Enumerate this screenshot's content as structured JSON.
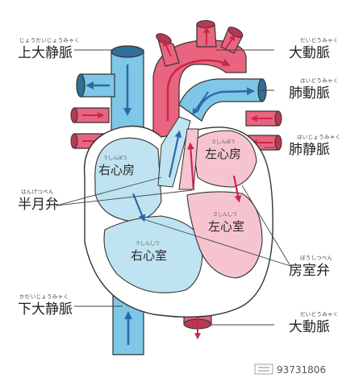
{
  "labels": {
    "svc": {
      "ruby": "じょうだいじょうみゃく",
      "text": "上大静脈"
    },
    "aorta_top": {
      "ruby": "だいどうみゃく",
      "text": "大動脈"
    },
    "pulm_artery": {
      "ruby": "はいどうみゃく",
      "text": "肺動脈"
    },
    "pulm_vein": {
      "ruby": "はいじょうみゃく",
      "text": "肺静脈"
    },
    "semilunar": {
      "ruby": "はんげつべん",
      "text": "半月弁"
    },
    "ivc": {
      "ruby": "かだいじょうみゃく",
      "text": "下大静脈"
    },
    "av_valve": {
      "ruby": "ぼうしつべん",
      "text": "房室弁"
    },
    "aorta_bottom": {
      "ruby": "だいどうみゃく",
      "text": "大動脈"
    }
  },
  "chambers": {
    "right_atrium": {
      "ruby": "うしんぼう",
      "text": "右心房"
    },
    "left_atrium": {
      "ruby": "さしんぼう",
      "text": "左心房"
    },
    "left_ventricle": {
      "ruby": "さしんしつ",
      "text": "左心室"
    },
    "right_ventricle": {
      "ruby": "うしんしつ",
      "text": "右心室"
    }
  },
  "colors": {
    "venous_blue": "#7fc7e6",
    "arterial_pink": "#e9647e",
    "right_heart": "#bfe3f0",
    "left_heart": "#f6c4cf",
    "arrow_blue": "#2a6aa8",
    "arrow_red": "#c8284a"
  },
  "watermark": {
    "text": "93731806"
  }
}
